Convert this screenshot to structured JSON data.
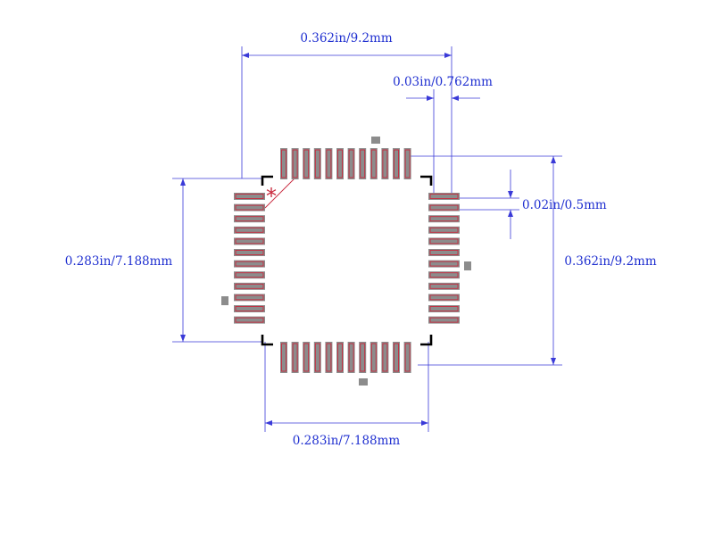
{
  "drawing": {
    "pin_count": 48,
    "pins_per_side": 12,
    "pin1_marker": "*",
    "colors": {
      "dimension": "#1f2fd0",
      "pad_fill": "#8c8c8c",
      "pad_outline": "#c8283c",
      "body_outline": "#000000",
      "background": "#ffffff"
    }
  },
  "dimensions": {
    "top_width": "0.362in/9.2mm",
    "pad_length": "0.03in/0.762mm",
    "pitch": "0.02in/0.5mm",
    "left_height": "0.283in/7.188mm",
    "right_height": "0.362in/9.2mm",
    "bottom_width": "0.283in/7.188mm"
  }
}
